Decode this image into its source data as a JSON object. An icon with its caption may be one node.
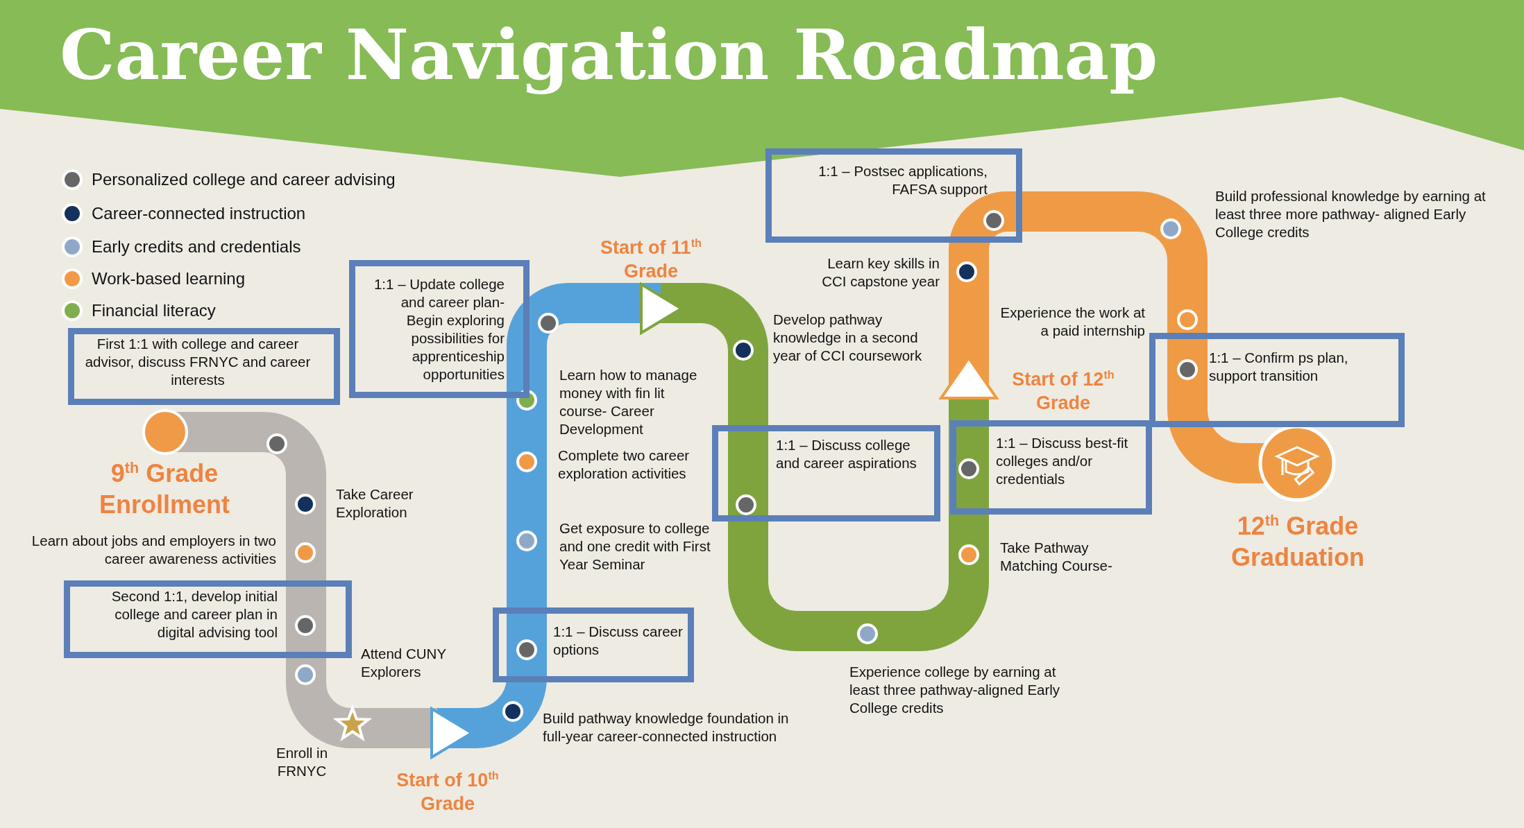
{
  "diagram": {
    "title": "Career Navigation Roadmap",
    "nodes": [
      {
        "text": [
          "1:1 – Postsec applications, FAFSA support"
        ]
      },
      {
        "text": [
          "1:1 – Update college and career plan- Begin exploring possibilities for apprenticeship opportunities"
        ]
      },
      {
        "text": [
          "First 1:1 with college and career advisor, discuss FRNYC and career interests"
        ]
      },
      {
        "text": [
          "1:1 – Confirm ps plan, support transition"
        ]
      },
      {
        "text": [
          "1:1 – Discuss college and career aspirations"
        ]
      },
      {
        "text": [
          "1:1 – Discuss best-fit colleges and/or credentials"
        ]
      },
      {
        "text": [
          "Second 1:1, develop initial college and career plan in digital advising tool"
        ]
      },
      {
        "text": [
          "1:1 – Discuss career options"
        ]
      }
    ],
    "labels": [
      "Build professional knowledge by earning at least three more pathway- aligned Early College credits",
      "Start of 11$^{th}$ Grade",
      "Learn key skills in CCI capstone year",
      "Develop pathway knowledge in a second year of CCI coursework",
      "Experience the work at a paid internship",
      "Learn how to manage money with fin lit course- Career Development",
      "Start of 12$^{th}$ Grade",
      "9$^{th}$ Grade Enrollment",
      "Complete two career exploration activities",
      "Take Career Exploration",
      "Get exposure to college and one credit with First Year Seminar",
      "Take Pathway Matching Course-",
      "Learn about jobs and employers in two career awareness activities",
      "12$^{th}$ Grade Graduation",
      "Attend CUNY Explorers",
      "Experience college by earning at least three pathway-aligned Early College credits",
      "Build pathway knowledge foundation in full-year career-connected instruction",
      "Enroll in FRNYC",
      "Start of 10$^{th}$ Grade"
    ],
    "legend": [
      {
        "text": "Personalized college and career advising",
        "color": "#666666"
      },
      {
        "text": "Career-connected instruction",
        "color": "#13315c"
      },
      {
        "text": "Early credits and credentials",
        "color": "#8fa8c8"
      },
      {
        "text": "Work-based learning",
        "color": "#f09a48"
      },
      {
        "text": "Financial literacy",
        "color": "#7fae4e"
      }
    ]
  }
}
